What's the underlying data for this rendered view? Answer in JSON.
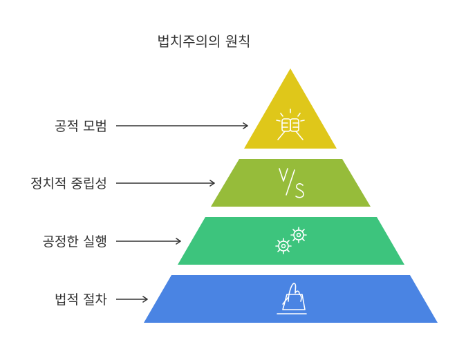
{
  "title": "법치주의의 원칙",
  "levels": [
    {
      "label": "공적 모범",
      "color": "#dfc71a",
      "icon": "handshake-icon"
    },
    {
      "label": "정치적 중립성",
      "color": "#96bc3a",
      "icon": "versus-icon"
    },
    {
      "label": "공정한 실행",
      "color": "#3dc47d",
      "icon": "gears-icon"
    },
    {
      "label": "법적 절차",
      "color": "#4a84e3",
      "icon": "ballot-hand-icon"
    }
  ]
}
